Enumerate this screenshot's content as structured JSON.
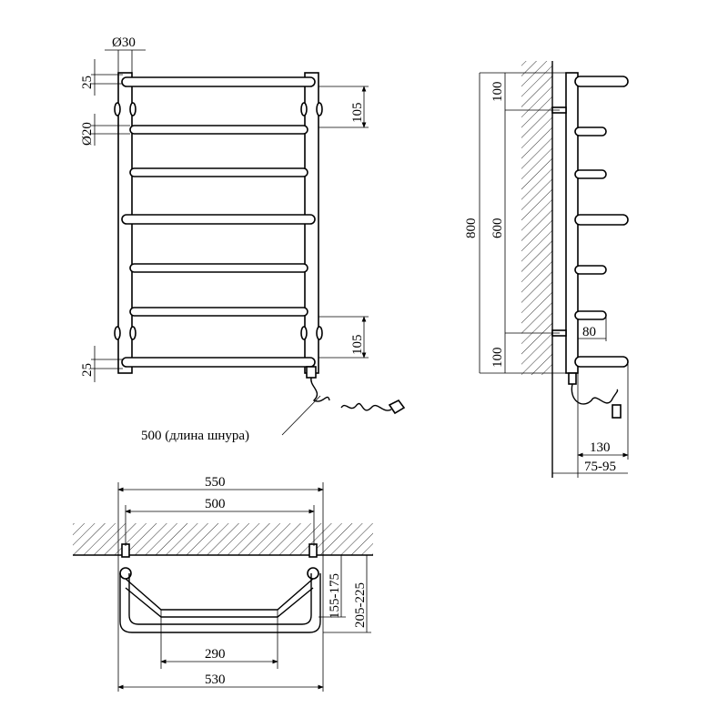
{
  "front_view": {
    "pipe_diameter": "Ø30",
    "rail_diameter": "Ø20",
    "top_offset": "25",
    "bottom_offset": "25",
    "top_mount_spacing": "105",
    "bottom_mount_spacing": "105",
    "cord_note": "500 (длина шнура)"
  },
  "side_view": {
    "total_height": "800",
    "mount_spacing": "600",
    "top_offset": "100",
    "bottom_offset": "100",
    "short_rail_depth": "80",
    "long_rail_depth": "130",
    "wall_gap": "75-95"
  },
  "top_view": {
    "overall_width": "550",
    "mount_width": "500",
    "inner_width": "290",
    "bottom_width": "530",
    "depth_inner": "155-175",
    "depth_outer": "205-225"
  }
}
